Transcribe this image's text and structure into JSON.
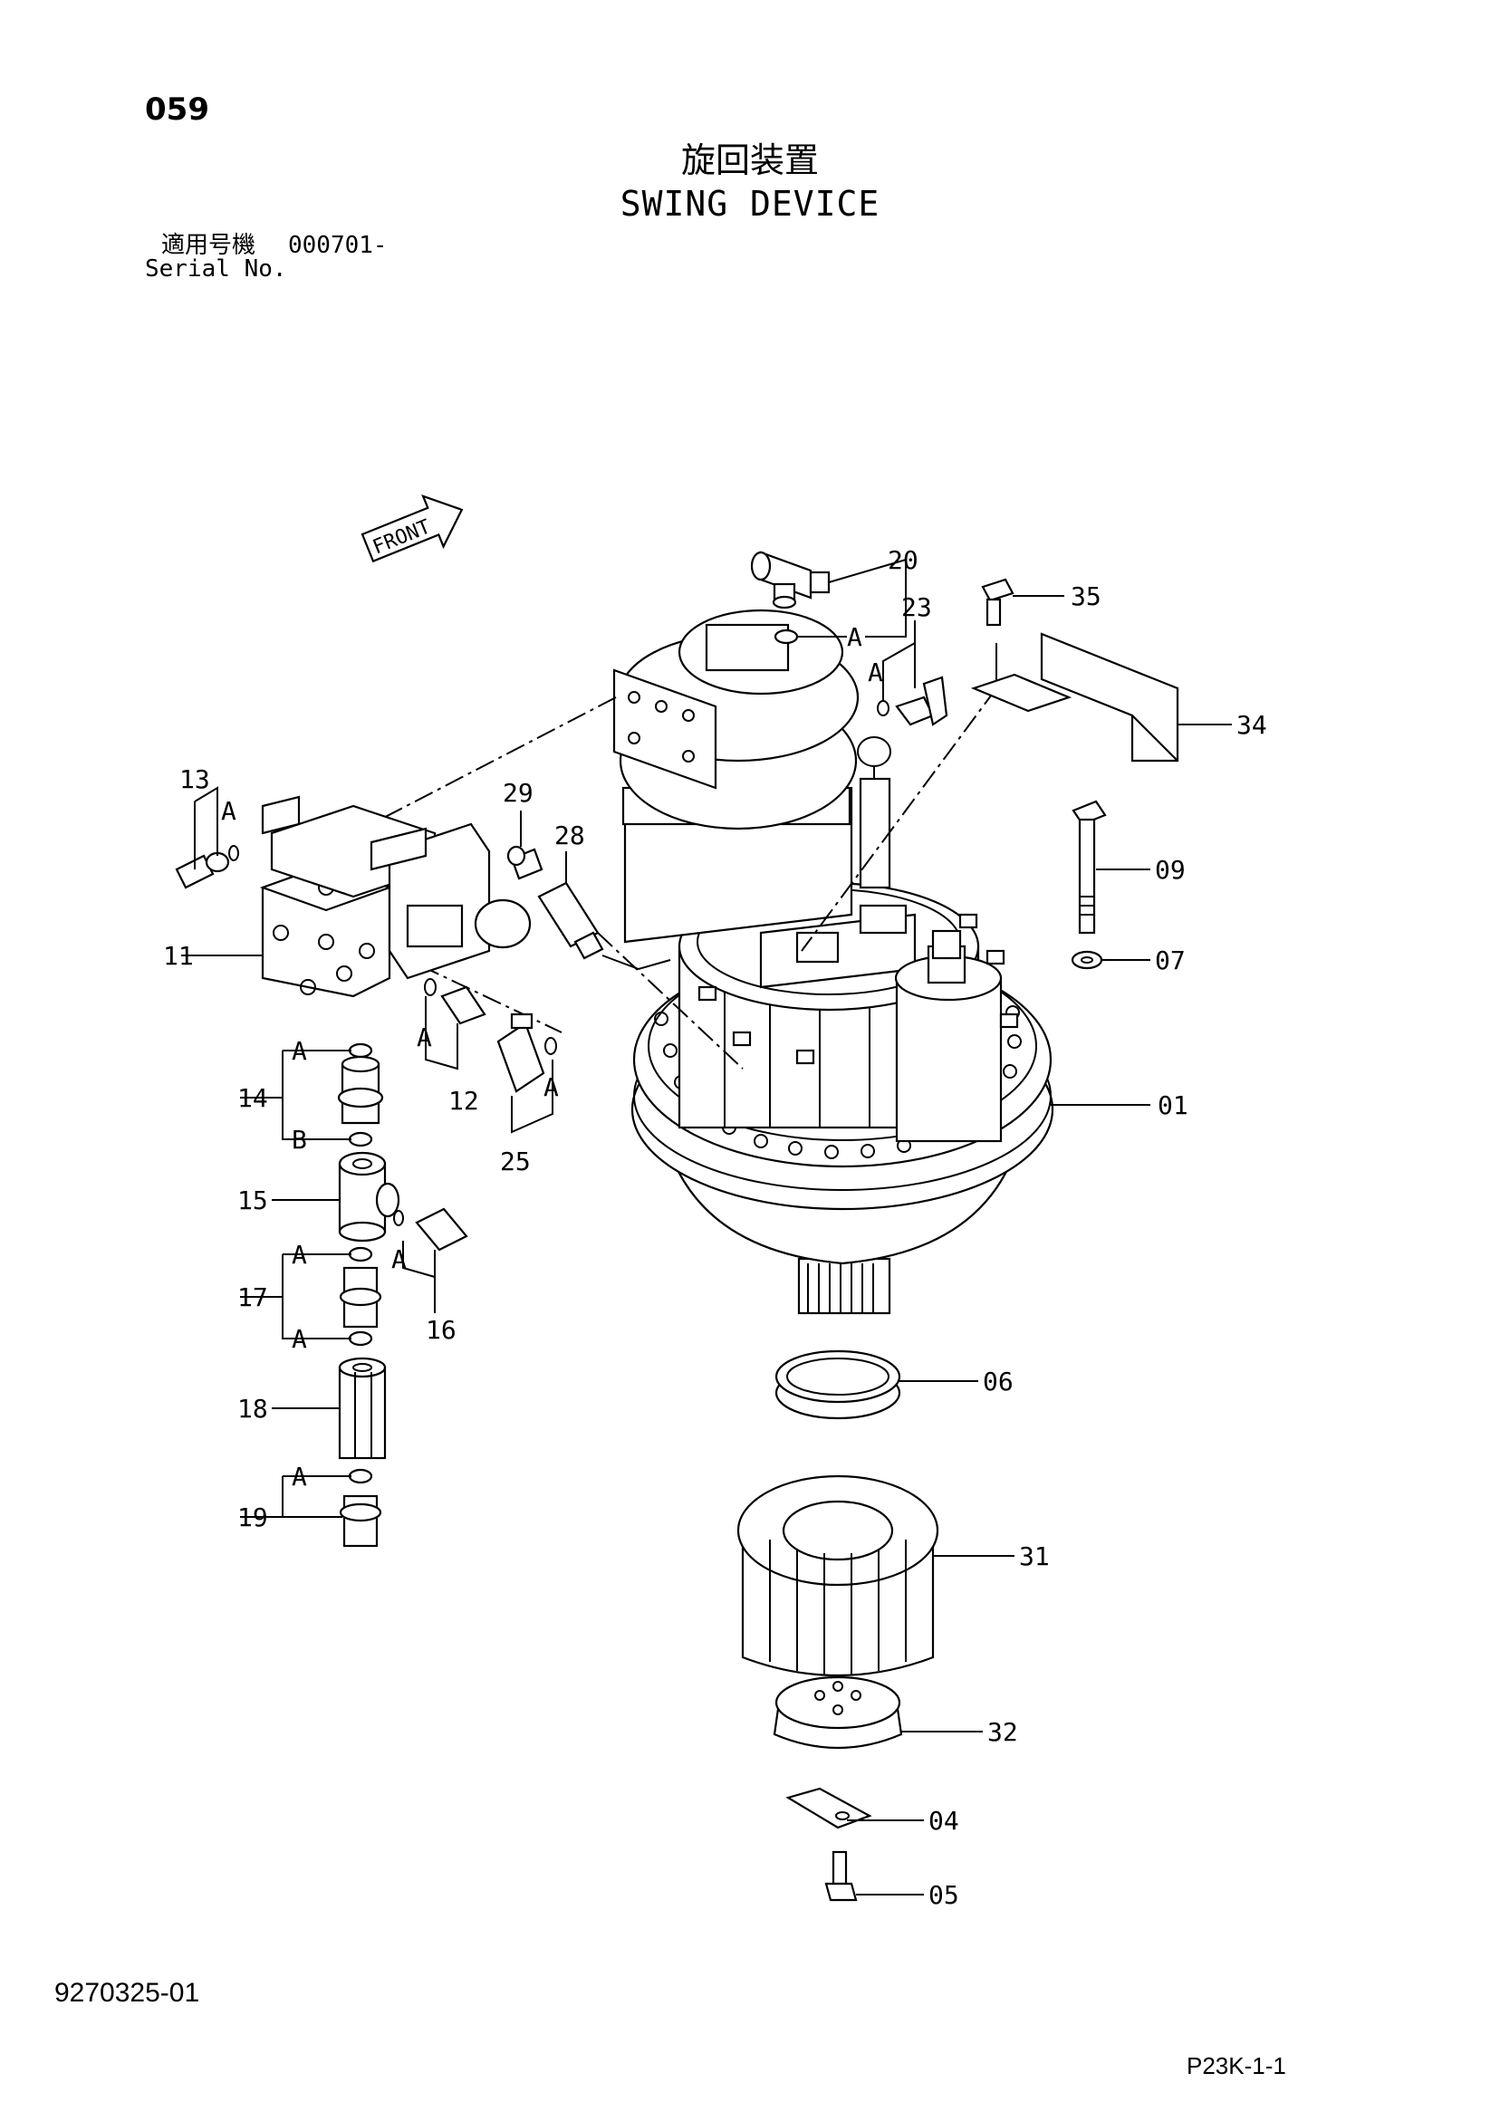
{
  "header": {
    "page_number": "059",
    "title_ja": "旋回装置",
    "title_en": "SWING DEVICE",
    "serial_label_ja": "適用号機",
    "serial_value": "000701-",
    "serial_label_en": "Serial No."
  },
  "front_label": "FRONT",
  "callouts": [
    {
      "id": "20",
      "label": "20"
    },
    {
      "id": "23",
      "label": "23"
    },
    {
      "id": "35",
      "label": "35"
    },
    {
      "id": "34",
      "label": "34"
    },
    {
      "id": "13",
      "label": "13"
    },
    {
      "id": "29",
      "label": "29"
    },
    {
      "id": "28",
      "label": "28"
    },
    {
      "id": "09",
      "label": "09"
    },
    {
      "id": "11",
      "label": "11"
    },
    {
      "id": "07",
      "label": "07"
    },
    {
      "id": "12",
      "label": "12"
    },
    {
      "id": "14",
      "label": "14"
    },
    {
      "id": "25",
      "label": "25"
    },
    {
      "id": "01",
      "label": "01"
    },
    {
      "id": "15",
      "label": "15"
    },
    {
      "id": "17",
      "label": "17"
    },
    {
      "id": "16",
      "label": "16"
    },
    {
      "id": "18",
      "label": "18"
    },
    {
      "id": "06",
      "label": "06"
    },
    {
      "id": "19",
      "label": "19"
    },
    {
      "id": "31",
      "label": "31"
    },
    {
      "id": "32",
      "label": "32"
    },
    {
      "id": "04",
      "label": "04"
    },
    {
      "id": "05",
      "label": "05"
    }
  ],
  "seal_markers": {
    "A": "A",
    "B": "B"
  },
  "footer": {
    "document_number": "9270325-01",
    "page_code": "P23K-1-1"
  }
}
